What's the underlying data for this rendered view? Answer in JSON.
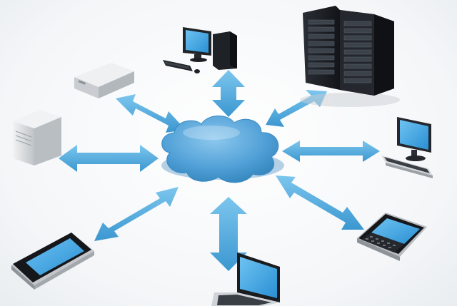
{
  "diagram": {
    "hub": {
      "icon": "cloud-icon"
    },
    "devices": [
      {
        "id": "desktop-computer",
        "icon": "desktop-computer-icon"
      },
      {
        "id": "server-rack",
        "icon": "server-rack-icon"
      },
      {
        "id": "flat-server",
        "icon": "flat-server-icon"
      },
      {
        "id": "tower-server",
        "icon": "tower-server-icon"
      },
      {
        "id": "monitor-keyboard",
        "icon": "monitor-keyboard-icon"
      },
      {
        "id": "smartphone",
        "icon": "smartphone-icon"
      },
      {
        "id": "laptop",
        "icon": "laptop-icon"
      },
      {
        "id": "qwerty-phone",
        "icon": "qwerty-phone-icon"
      }
    ],
    "connection": "bidirectional-arrow",
    "colors": {
      "arrow": "#4aa8dc",
      "cloud": "#4f9fd6",
      "screen": "#3fa2e0",
      "dark_device": "#1c1f24",
      "light_device": "#d9dcdf"
    }
  }
}
